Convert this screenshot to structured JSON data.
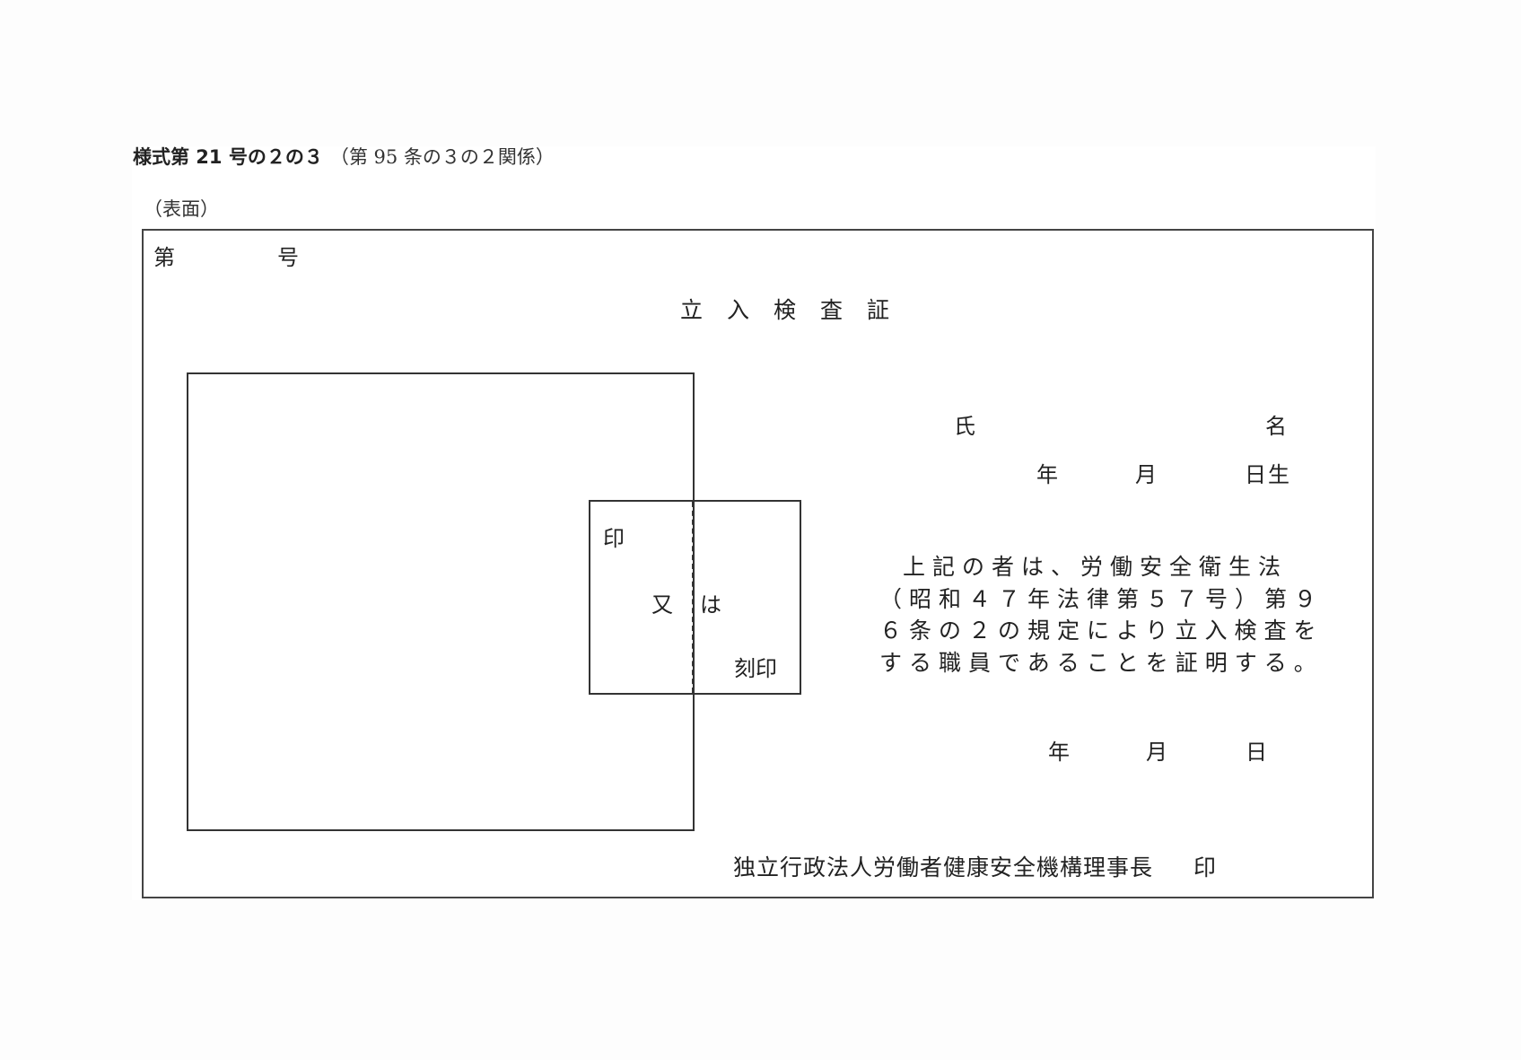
{
  "header": {
    "form_number": "様式第 21 号の２の３",
    "reference": "（第 95 条の３の２関係）",
    "side": "（表面）"
  },
  "card": {
    "number_prefix": "第",
    "number_suffix": "号",
    "title": "立入検査証",
    "photo_area": {
      "label": ""
    },
    "seal_area": {
      "seal_label": "印",
      "or_left": "又",
      "or_right": "は",
      "stamp_label": "刻印"
    },
    "name_row": {
      "left": "氏",
      "right": "名"
    },
    "birth_row": {
      "year": "年",
      "month": "月",
      "day": "日生"
    },
    "certification_text": "上記の者は、労働安全衛生法（昭和４７年法律第５７号）第９６条の２の規定により立入検査をする職員であることを証明する。",
    "issue_date_row": {
      "year": "年",
      "month": "月",
      "day": "日"
    },
    "issuer": "独立行政法人労働者健康安全機構理事長",
    "issuer_seal": "印"
  }
}
